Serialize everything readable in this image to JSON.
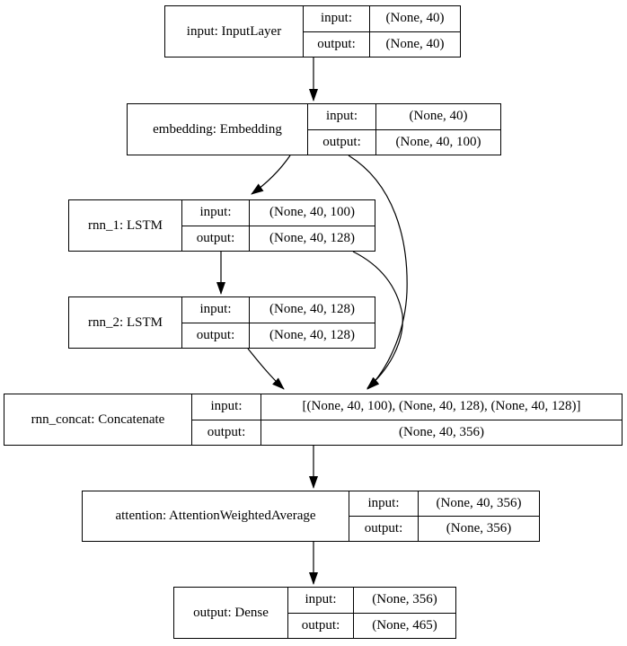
{
  "diagram": {
    "background_color": "#ffffff",
    "stroke_color": "#000000",
    "text_color": "#000000",
    "io_keys": {
      "input_label": "input:",
      "output_label": "output:"
    },
    "nodes": [
      {
        "id": "input",
        "label": "input: InputLayer",
        "input_shape": "(None, 40)",
        "output_shape": "(None, 40)"
      },
      {
        "id": "embedding",
        "label": "embedding: Embedding",
        "input_shape": "(None, 40)",
        "output_shape": "(None, 40, 100)"
      },
      {
        "id": "rnn_1",
        "label": "rnn_1: LSTM",
        "input_shape": "(None, 40, 100)",
        "output_shape": "(None, 40, 128)"
      },
      {
        "id": "rnn_2",
        "label": "rnn_2: LSTM",
        "input_shape": "(None, 40, 128)",
        "output_shape": "(None, 40, 128)"
      },
      {
        "id": "rnn_concat",
        "label": "rnn_concat: Concatenate",
        "input_shape": "[(None, 40, 100), (None, 40, 128), (None, 40, 128)]",
        "output_shape": "(None, 40, 356)"
      },
      {
        "id": "attention",
        "label": "attention: AttentionWeightedAverage",
        "input_shape": "(None, 40, 356)",
        "output_shape": "(None, 356)"
      },
      {
        "id": "output",
        "label": "output: Dense",
        "input_shape": "(None, 356)",
        "output_shape": "(None, 465)"
      }
    ],
    "edges": [
      {
        "from": "input",
        "to": "embedding"
      },
      {
        "from": "embedding",
        "to": "rnn_1"
      },
      {
        "from": "embedding",
        "to": "rnn_concat"
      },
      {
        "from": "rnn_1",
        "to": "rnn_2"
      },
      {
        "from": "rnn_1",
        "to": "rnn_concat"
      },
      {
        "from": "rnn_2",
        "to": "rnn_concat"
      },
      {
        "from": "rnn_concat",
        "to": "attention"
      },
      {
        "from": "attention",
        "to": "output"
      }
    ]
  }
}
